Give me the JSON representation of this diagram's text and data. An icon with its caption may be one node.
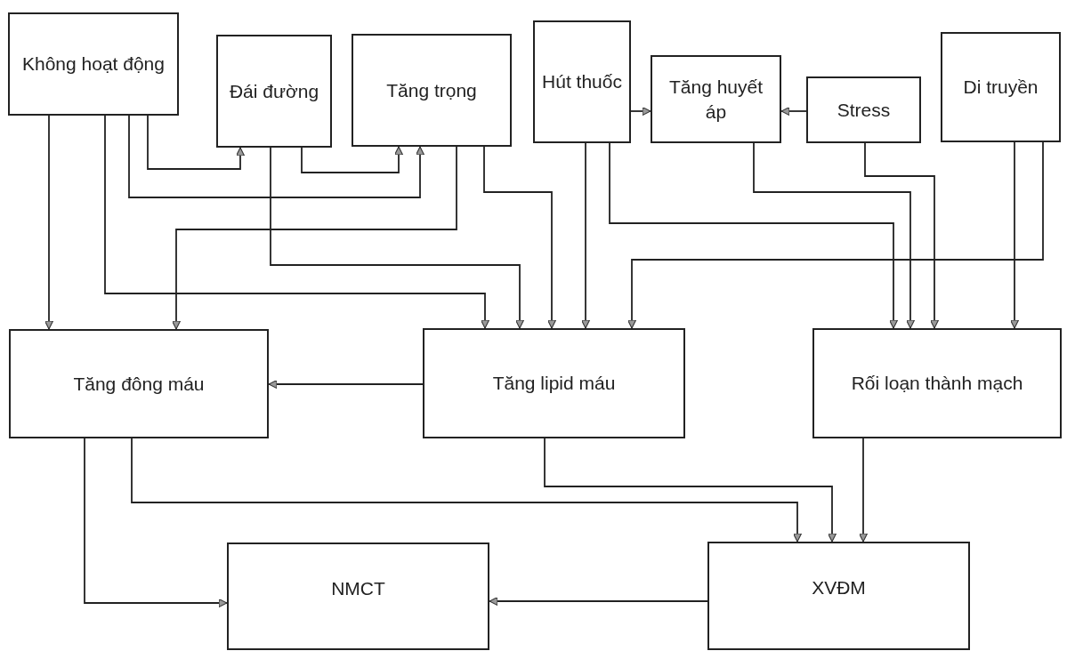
{
  "diagram": {
    "nodes": [
      {
        "text": [
          "Không hoạt động"
        ]
      },
      {
        "text": [
          "Đái đường"
        ]
      },
      {
        "text": [
          "Tăng trọng"
        ]
      },
      {
        "text": [
          "Hút thuốc"
        ]
      },
      {
        "text": [
          "Tăng huyết áp"
        ]
      },
      {
        "text": [
          "Stress"
        ]
      },
      {
        "text": [
          "Di truyền"
        ]
      },
      {
        "text": [
          "Tăng đông máu"
        ]
      },
      {
        "text": [
          "Tăng lipid máu"
        ]
      },
      {
        "text": [
          "Rối loạn thành mạch"
        ]
      },
      {
        "text": [
          "NMCT"
        ]
      },
      {
        "text": [
          "XVĐM"
        ]
      }
    ],
    "edges": [
      {
        "from": 0,
        "to": 7,
        "arrow": "to"
      },
      {
        "from": 0,
        "to": 8,
        "arrow": "to"
      },
      {
        "from": 0,
        "to": 2,
        "arrow": "to"
      },
      {
        "from": 0,
        "to": 1,
        "arrow": "to"
      },
      {
        "from": 1,
        "to": 8,
        "arrow": "to"
      },
      {
        "from": 1,
        "to": 2,
        "arrow": "to"
      },
      {
        "from": 2,
        "to": 7,
        "arrow": "to"
      },
      {
        "from": 2,
        "to": 8,
        "arrow": "to"
      },
      {
        "from": 3,
        "to": 8,
        "arrow": "to"
      },
      {
        "from": 3,
        "to": 9,
        "arrow": "to"
      },
      {
        "from": 3,
        "to": 4,
        "arrow": "to"
      },
      {
        "from": 5,
        "to": 4,
        "arrow": "to"
      },
      {
        "from": 4,
        "to": 9,
        "arrow": "to"
      },
      {
        "from": 5,
        "to": 9,
        "arrow": "to"
      },
      {
        "from": 6,
        "to": 9,
        "arrow": "to"
      },
      {
        "from": 6,
        "to": 8,
        "arrow": "to"
      },
      {
        "from": 8,
        "to": 7,
        "arrow": "to"
      },
      {
        "from": 7,
        "to": 10,
        "arrow": "to"
      },
      {
        "from": 7,
        "to": 11,
        "arrow": "to"
      },
      {
        "from": 8,
        "to": 11,
        "arrow": "to"
      },
      {
        "from": 9,
        "to": 11,
        "arrow": "to"
      },
      {
        "from": 11,
        "to": 10,
        "arrow": "to"
      }
    ]
  }
}
